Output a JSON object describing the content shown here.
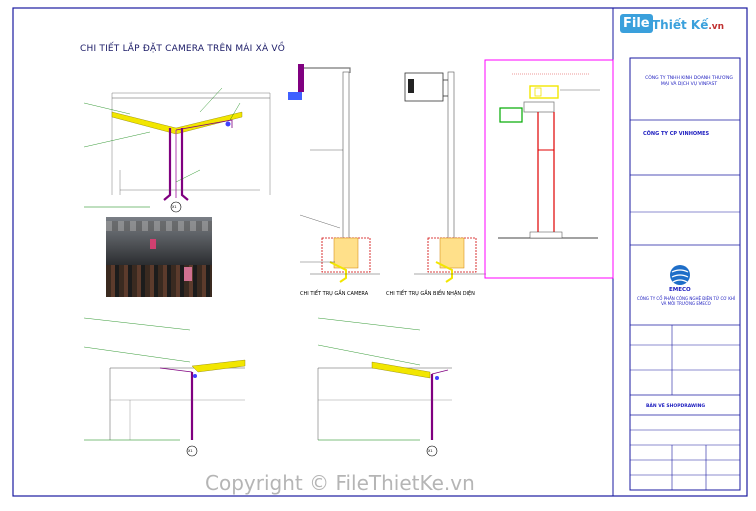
{
  "logo": {
    "file": "File",
    "rest": "Thiết Kế",
    "domain": ".vn"
  },
  "main_title": "CHI TIẾT LẮP ĐẶT CAMERA TRÊN MÁI XÀ VỒ",
  "captions": {
    "pole_camera": "CHI TIẾT TRỤ GẮN CAMERA",
    "pole_sign": "CHI TIẾT TRỤ GẮN BIỂN NHẬN DIỆN"
  },
  "axis_marker": "X1",
  "title_block": {
    "owner": "CÔNG TY CP VINHOMES",
    "company": "CÔNG TY TNHH KINH DOANH THƯƠNG MẠI VÀ DỊCH VỤ VINFAST",
    "contractor_logo": "EMECO",
    "contractor": "CÔNG TY CỔ PHẦN CÔNG NGHỆ ĐIỆN TỬ CƠ KHÍ VÀ MÔI TRƯỜNG EMECO",
    "drawing_type": "BẢN VẼ SHOPDRAWING"
  },
  "watermark": "Copyright © FileThietKe.vn",
  "colors": {
    "frame": "#1a1aa0",
    "roof": "#f2e600",
    "pole": "#800080",
    "callout": "#008000",
    "sign_frame": "#ff00ff"
  }
}
